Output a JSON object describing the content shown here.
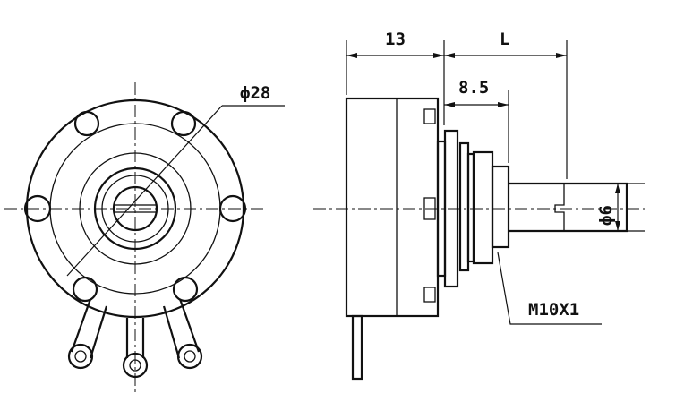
{
  "labels": {
    "diameter": "ϕ28",
    "dim_body": "13",
    "dim_shaft": "L",
    "dim_bushing": "8.5",
    "thread": "M10X1",
    "shaft_dia": "ϕ6"
  },
  "colors": {
    "ink": "#111111",
    "background": "#ffffff"
  }
}
